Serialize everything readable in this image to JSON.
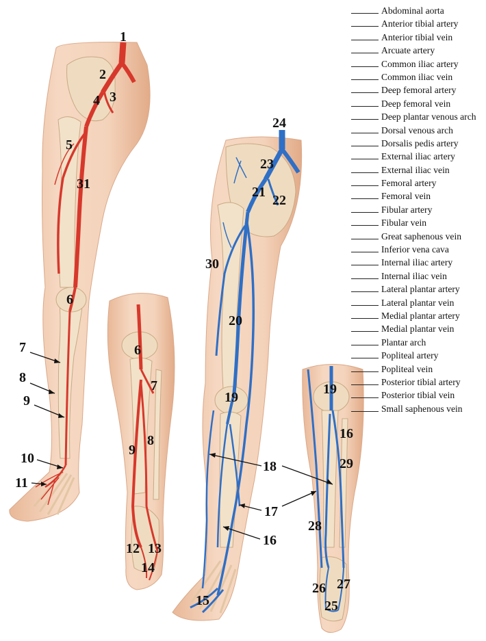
{
  "terms": [
    "Abdominal aorta",
    "Anterior tibial artery",
    "Anterior tibial vein",
    "Arcuate artery",
    "Common iliac artery",
    "Common iliac vein",
    "Deep femoral artery",
    "Deep femoral vein",
    "Deep plantar venous arch",
    "Dorsal venous arch",
    "Dorsalis pedis artery",
    "External iliac artery",
    "External iliac vein",
    "Femoral artery",
    "Femoral vein",
    "Fibular artery",
    "Fibular vein",
    "Great saphenous vein",
    "Inferior vena cava",
    "Internal iliac artery",
    "Internal iliac vein",
    "Lateral plantar artery",
    "Lateral plantar vein",
    "Medial plantar artery",
    "Medial plantar vein",
    "Plantar arch",
    "Popliteal artery",
    "Popliteal vein",
    "Posterior tibial artery",
    "Posterior tibial vein",
    "Small saphenous vein"
  ],
  "labels": {
    "l1": "1",
    "l2": "2",
    "l3": "3",
    "l4": "4",
    "l5": "5",
    "l6a": "6",
    "l31": "31",
    "l7a": "7",
    "l8a": "8",
    "l9a": "9",
    "l10": "10",
    "l11": "11",
    "l6b": "6",
    "l7b": "7",
    "l8b": "8",
    "l9b": "9",
    "l12": "12",
    "l13": "13",
    "l14": "14",
    "l24": "24",
    "l23": "23",
    "l21": "21",
    "l22": "22",
    "l30": "30",
    "l20": "20",
    "l19a": "19",
    "l18": "18",
    "l17": "17",
    "l16a": "16",
    "l15": "15",
    "l19b": "19",
    "l16b": "16",
    "l29": "29",
    "l28": "28",
    "l26": "26",
    "l27": "27",
    "l25": "25"
  },
  "colors": {
    "skin": "#f3cfb4",
    "skin_edge": "#d9a98a",
    "bone": "#efdcc0",
    "artery": "#d7382c",
    "vein": "#2f6fc6"
  }
}
